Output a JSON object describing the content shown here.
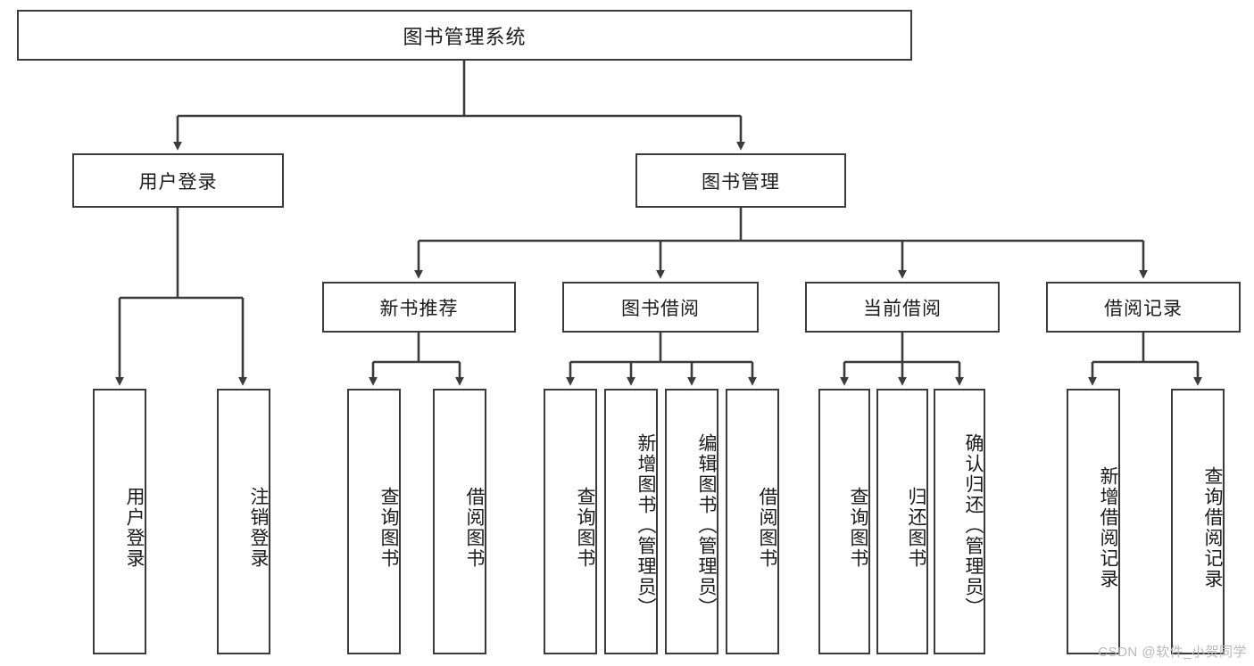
{
  "diagram": {
    "title": "图书管理系统",
    "type": "hierarchy-tree",
    "watermark": "CSDN @软件_小贺同学",
    "colors": {
      "stroke": "#3b3b3b",
      "text": "#1b1b1b",
      "background": "#ffffff",
      "watermark": "#b9b9b9"
    },
    "root": {
      "label": "图书管理系统"
    },
    "level2": [
      {
        "label": "用户登录"
      },
      {
        "label": "图书管理"
      }
    ],
    "level3": [
      {
        "label": "新书推荐"
      },
      {
        "label": "图书借阅"
      },
      {
        "label": "当前借阅"
      },
      {
        "label": "借阅记录"
      }
    ],
    "leaves": {
      "user_login": [
        {
          "label": "用户登录"
        },
        {
          "label": "注销登录"
        }
      ],
      "new_book": [
        {
          "label": "查询图书"
        },
        {
          "label": "借阅图书"
        }
      ],
      "borrow": [
        {
          "label": "查询图书"
        },
        {
          "label": "新增图书（管理员）"
        },
        {
          "label": "编辑图书（管理员）"
        },
        {
          "label": "借阅图书"
        }
      ],
      "current": [
        {
          "label": "查询图书"
        },
        {
          "label": "归还图书"
        },
        {
          "label": "确认归还（管理员）"
        }
      ],
      "records": [
        {
          "label": "新增借阅记录"
        },
        {
          "label": "查询借阅记录"
        }
      ]
    }
  }
}
